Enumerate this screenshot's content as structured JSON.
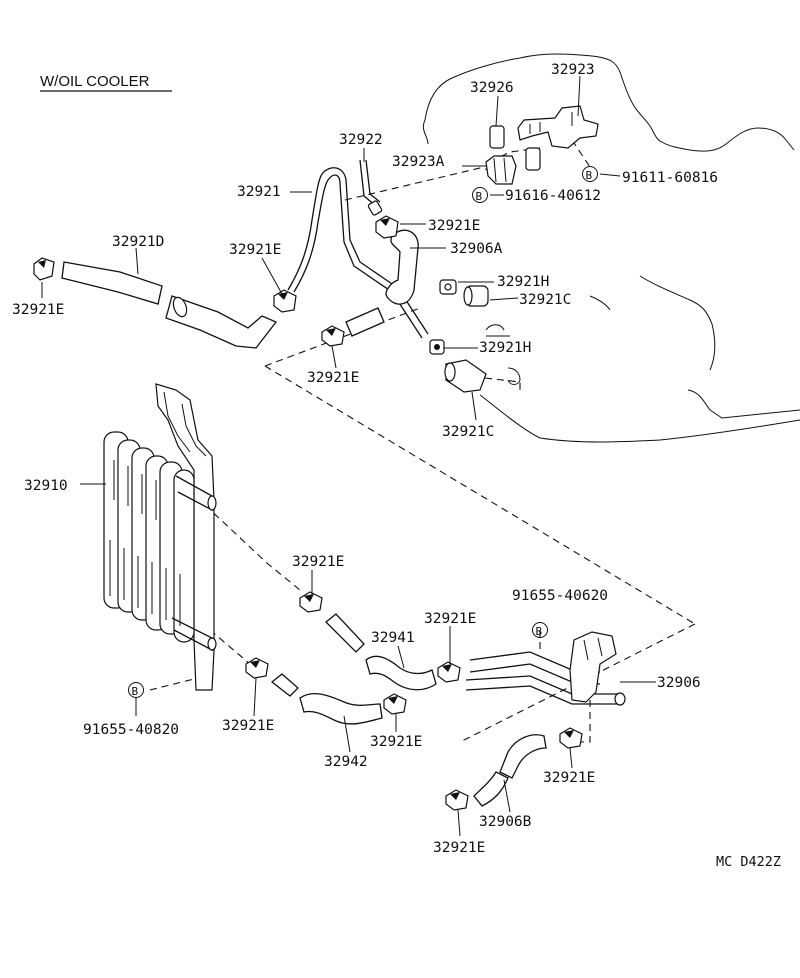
{
  "title": "W/OIL COOLER",
  "diagram_code": "MC D422Z",
  "bolt_symbol": "B",
  "labels": {
    "p32923": "32923",
    "p32926": "32926",
    "p32922": "32922",
    "p32923A": "32923A",
    "p32921": "32921",
    "p91611_60816": "91611-60816",
    "p91616_40612": "91616-40612",
    "p32921E_a": "32921E",
    "p32906A": "32906A",
    "p32921D": "32921D",
    "p32921E_b": "32921E",
    "p32921E_c": "32921E",
    "p32921H_a": "32921H",
    "p32921C_a": "32921C",
    "p32921E_d": "32921E",
    "p32921H_b": "32921H",
    "p32921C_b": "32921C",
    "p32910": "32910",
    "p32921E_e": "32921E",
    "p91655_40620": "91655-40620",
    "p32921E_f": "32921E",
    "p32941": "32941",
    "p32906": "32906",
    "p91655_40820": "91655-40820",
    "p32921E_g": "32921E",
    "p32942": "32942",
    "p32921E_h": "32921E",
    "p32921E_i": "32921E",
    "p32906B": "32906B",
    "p32921E_j": "32921E"
  }
}
